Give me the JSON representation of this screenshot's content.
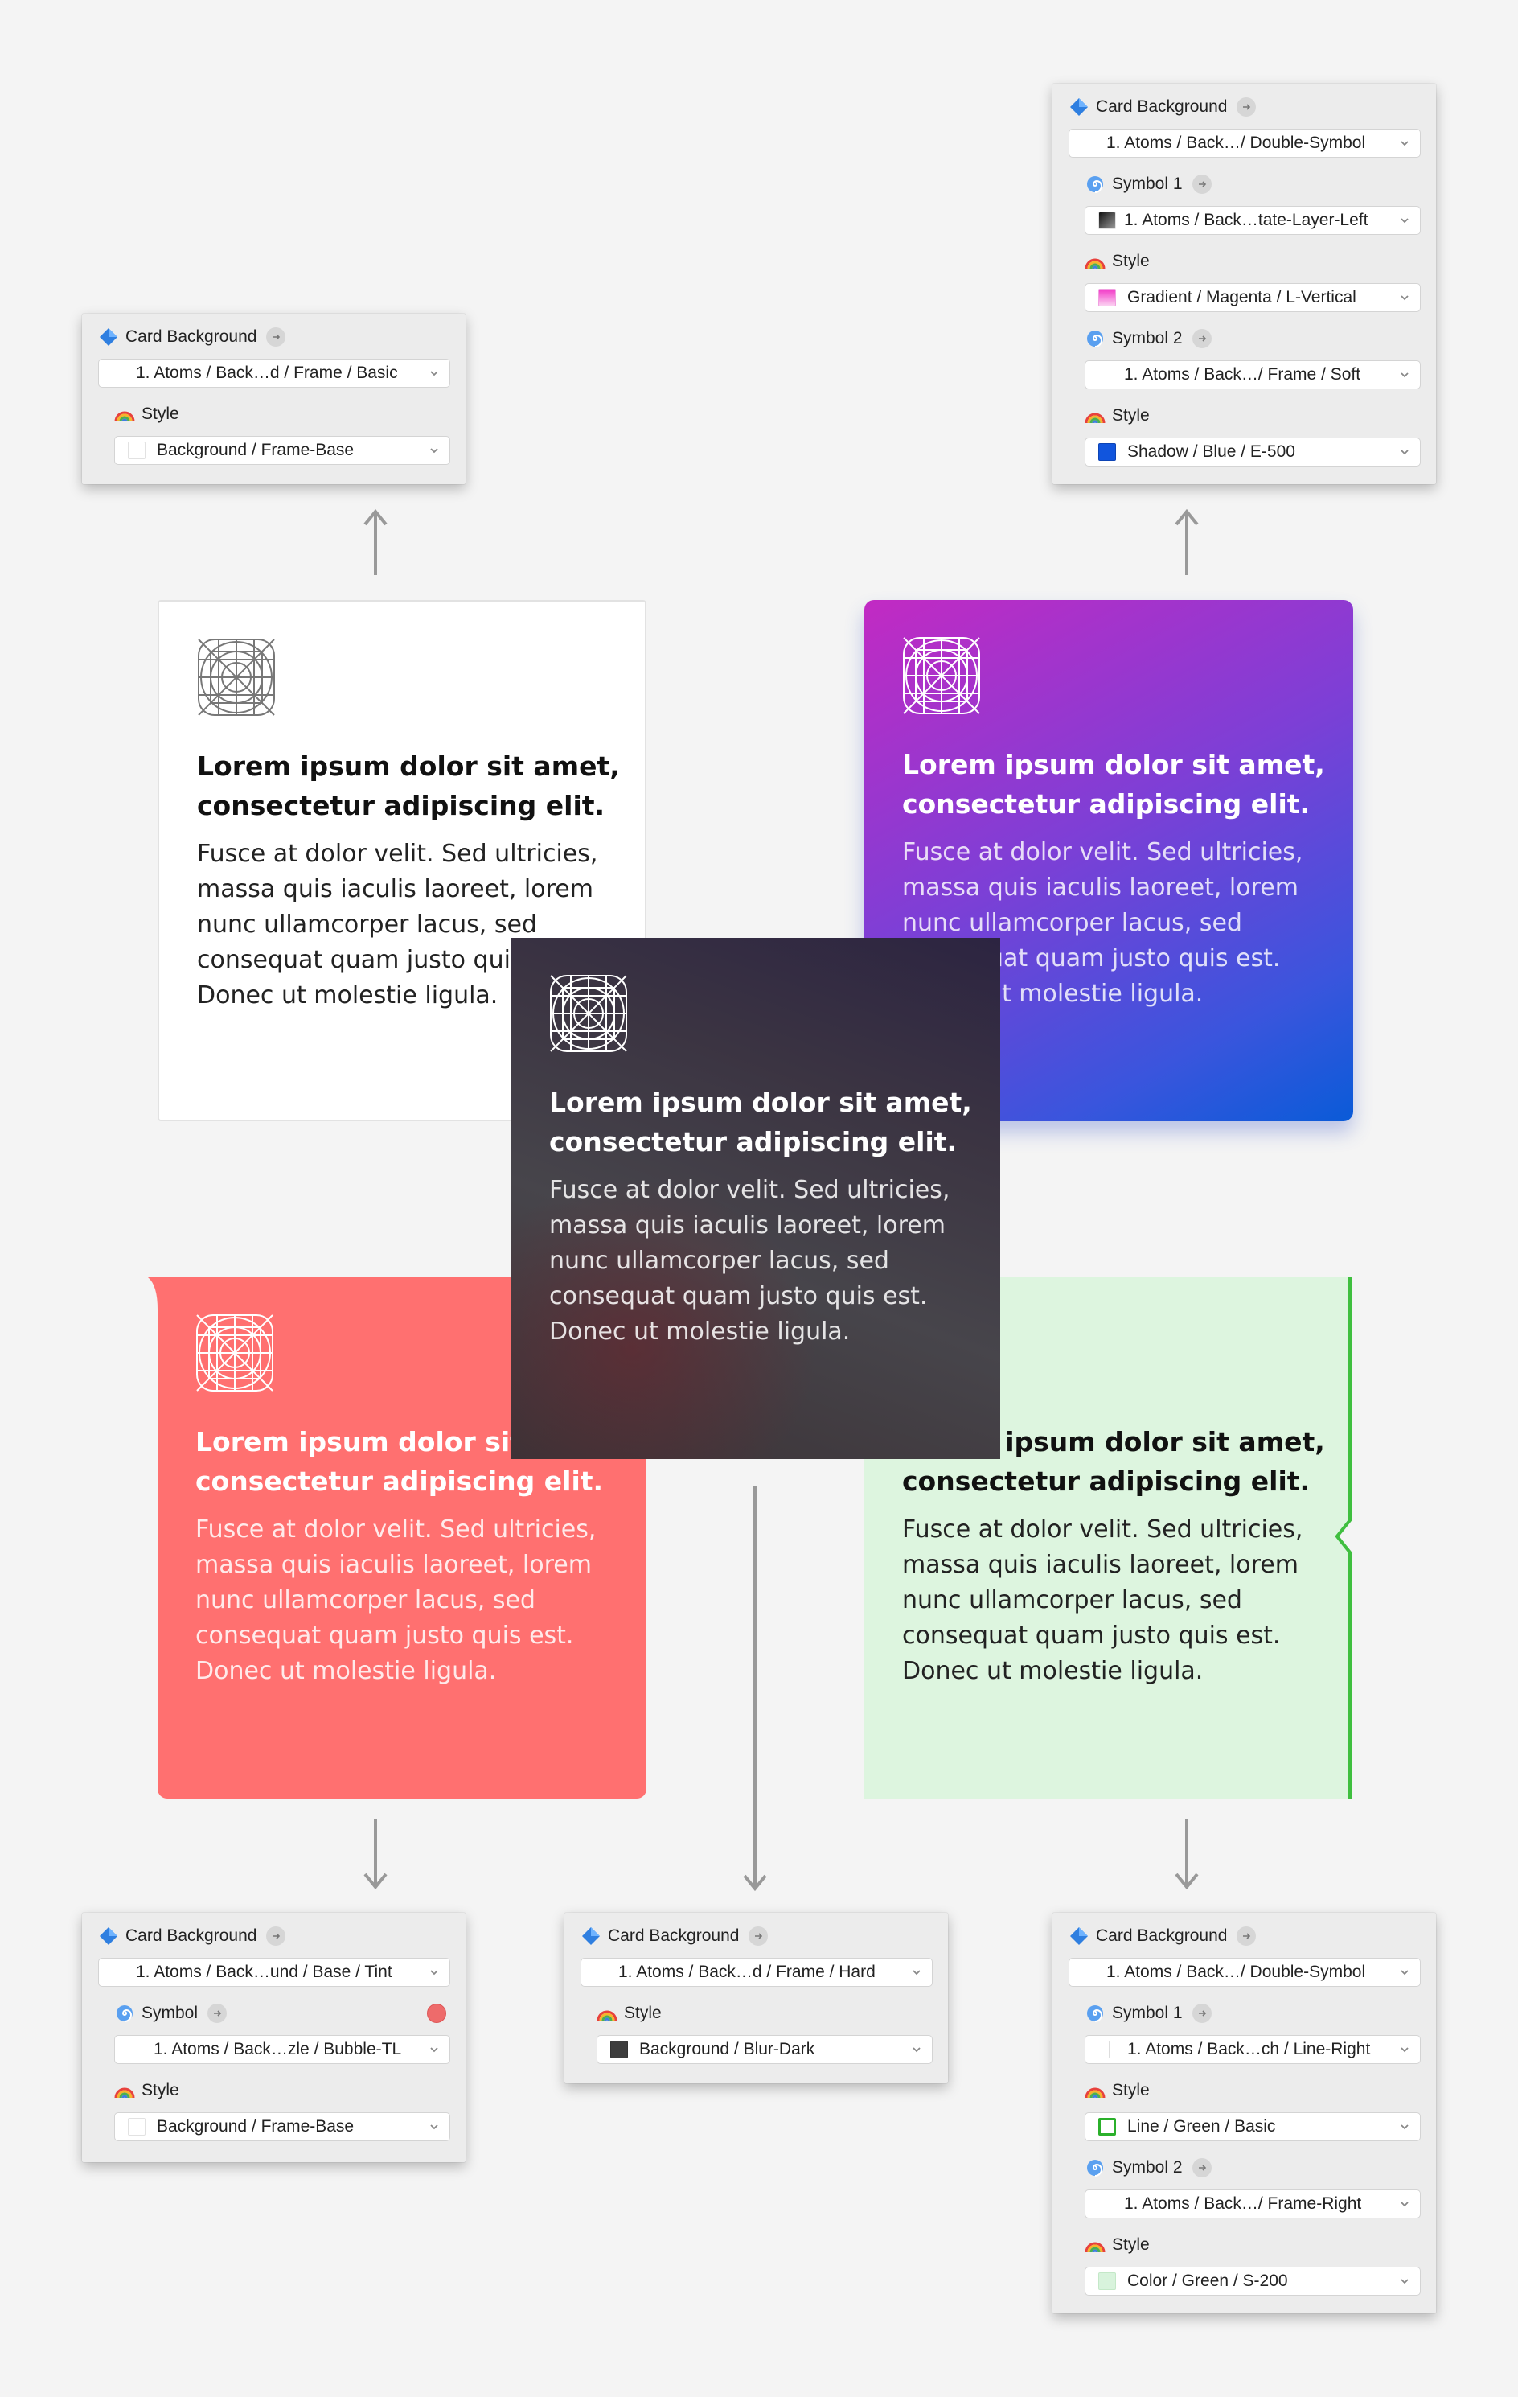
{
  "panels": {
    "p1": {
      "rows": [
        {
          "type": "header",
          "icon": "diamond-icon",
          "label": "Card Background",
          "goto": true
        },
        {
          "type": "dropdown",
          "value": "1. Atoms / Back…d / Frame / Basic"
        },
        {
          "type": "header",
          "icon": "rainbow-icon",
          "label": "Style"
        },
        {
          "type": "dropdown",
          "swatch": "#ffffff",
          "value": "Background / Frame-Base"
        }
      ]
    },
    "p2": {
      "rows": [
        {
          "type": "header",
          "icon": "diamond-icon",
          "label": "Card Background",
          "goto": true
        },
        {
          "type": "dropdown",
          "value": "1. Atoms / Back…/ Double-Symbol"
        },
        {
          "type": "header",
          "icon": "swirl-icon",
          "label": "Symbol 1",
          "goto": true
        },
        {
          "type": "dropdown",
          "swatch": "gradient-dark",
          "value": "1. Atoms / Back…tate-Layer-Left"
        },
        {
          "type": "header",
          "icon": "rainbow-icon",
          "label": "Style"
        },
        {
          "type": "dropdown",
          "swatch": "gradient-magenta",
          "value": "Gradient / Magenta / L-Vertical"
        },
        {
          "type": "header",
          "icon": "swirl-icon",
          "label": "Symbol 2",
          "goto": true
        },
        {
          "type": "dropdown",
          "value": "1. Atoms / Back…/ Frame / Soft"
        },
        {
          "type": "header",
          "icon": "rainbow-icon",
          "label": "Style"
        },
        {
          "type": "dropdown",
          "swatch": "#1155dd",
          "value": "Shadow / Blue / E-500"
        }
      ]
    },
    "p3": {
      "rows": [
        {
          "type": "header",
          "icon": "diamond-icon",
          "label": "Card Background",
          "goto": true
        },
        {
          "type": "dropdown",
          "value": "1. Atoms / Back…und / Base / Tint"
        },
        {
          "type": "header",
          "icon": "swirl-icon",
          "label": "Symbol",
          "goto": true,
          "badge": "#ee6b6b"
        },
        {
          "type": "dropdown",
          "value": "1. Atoms / Back…zle / Bubble-TL"
        },
        {
          "type": "header",
          "icon": "rainbow-icon",
          "label": "Style"
        },
        {
          "type": "dropdown",
          "swatch": "#ffffff",
          "value": "Background / Frame-Base"
        }
      ]
    },
    "p4": {
      "rows": [
        {
          "type": "header",
          "icon": "diamond-icon",
          "label": "Card Background",
          "goto": true
        },
        {
          "type": "dropdown",
          "value": "1. Atoms / Back…d / Frame / Hard"
        },
        {
          "type": "header",
          "icon": "rainbow-icon",
          "label": "Style"
        },
        {
          "type": "dropdown",
          "swatch": "#3d3d3d",
          "value": "Background / Blur-Dark"
        }
      ]
    },
    "p5": {
      "rows": [
        {
          "type": "header",
          "icon": "diamond-icon",
          "label": "Card Background",
          "goto": true
        },
        {
          "type": "dropdown",
          "value": "1. Atoms / Back…/ Double-Symbol"
        },
        {
          "type": "header",
          "icon": "swirl-icon",
          "label": "Symbol 1",
          "goto": true
        },
        {
          "type": "dropdown",
          "swatch": "line-right",
          "value": "1. Atoms / Back…ch / Line-Right"
        },
        {
          "type": "header",
          "icon": "rainbow-icon",
          "label": "Style"
        },
        {
          "type": "dropdown",
          "swatch": "outline-green",
          "value": "Line / Green / Basic"
        },
        {
          "type": "header",
          "icon": "swirl-icon",
          "label": "Symbol 2",
          "goto": true
        },
        {
          "type": "dropdown",
          "value": "1. Atoms / Back…/ Frame-Right"
        },
        {
          "type": "header",
          "icon": "rainbow-icon",
          "label": "Style"
        },
        {
          "type": "dropdown",
          "swatch": "#d8f3dc",
          "value": "Color / Green / S-200"
        }
      ]
    }
  },
  "cards": {
    "white": {
      "title": "Lorem ipsum dolor sit amet, consectetur adipiscing elit.",
      "body": "Fusce at dolor velit. Sed ultricies, massa quis iaculis laoreet, lorem nunc ullamcorper lacus, sed consequat quam justo quis est. Donec ut molestie ligula."
    },
    "magenta": {
      "title": "Lorem ipsum dolor sit amet, consectetur adipiscing elit.",
      "body": "Fusce at dolor velit. Sed ultricies, massa quis iaculis laoreet, lorem nunc ullamcorper lacus, sed consequat quam justo quis est. Donec ut molestie ligula."
    },
    "dark": {
      "title": "Lorem ipsum dolor sit amet, consectetur adipiscing elit.",
      "body": "Fusce at dolor velit. Sed ultricies, massa quis iaculis laoreet, lorem nunc ullamcorper lacus, sed consequat quam justo quis est. Donec ut molestie ligula."
    },
    "red": {
      "title": "Lorem ipsum dolor sit amet, consectetur adipiscing elit.",
      "body": "Fusce at dolor velit. Sed ultricies, massa quis iaculis laoreet, lorem nunc ullamcorper lacus, sed consequat quam justo quis est. Donec ut molestie ligula."
    },
    "green": {
      "title": "Lorem ipsum dolor sit amet, consectetur adipiscing elit.",
      "body": "Fusce at dolor velit. Sed ultricies, massa quis iaculis laoreet, lorem nunc ullamcorper lacus, sed consequat quam justo quis est. Donec ut molestie ligula."
    }
  },
  "colors": {
    "white_card": "#ffffff",
    "magenta_start": "#c22ac3",
    "magenta_end": "#0a5bd8",
    "red_card": "#ff7070",
    "green_card": "#ddf5df",
    "green_line": "#3fbf3f",
    "dark_card": "#3b3540",
    "arrow": "#999999"
  }
}
